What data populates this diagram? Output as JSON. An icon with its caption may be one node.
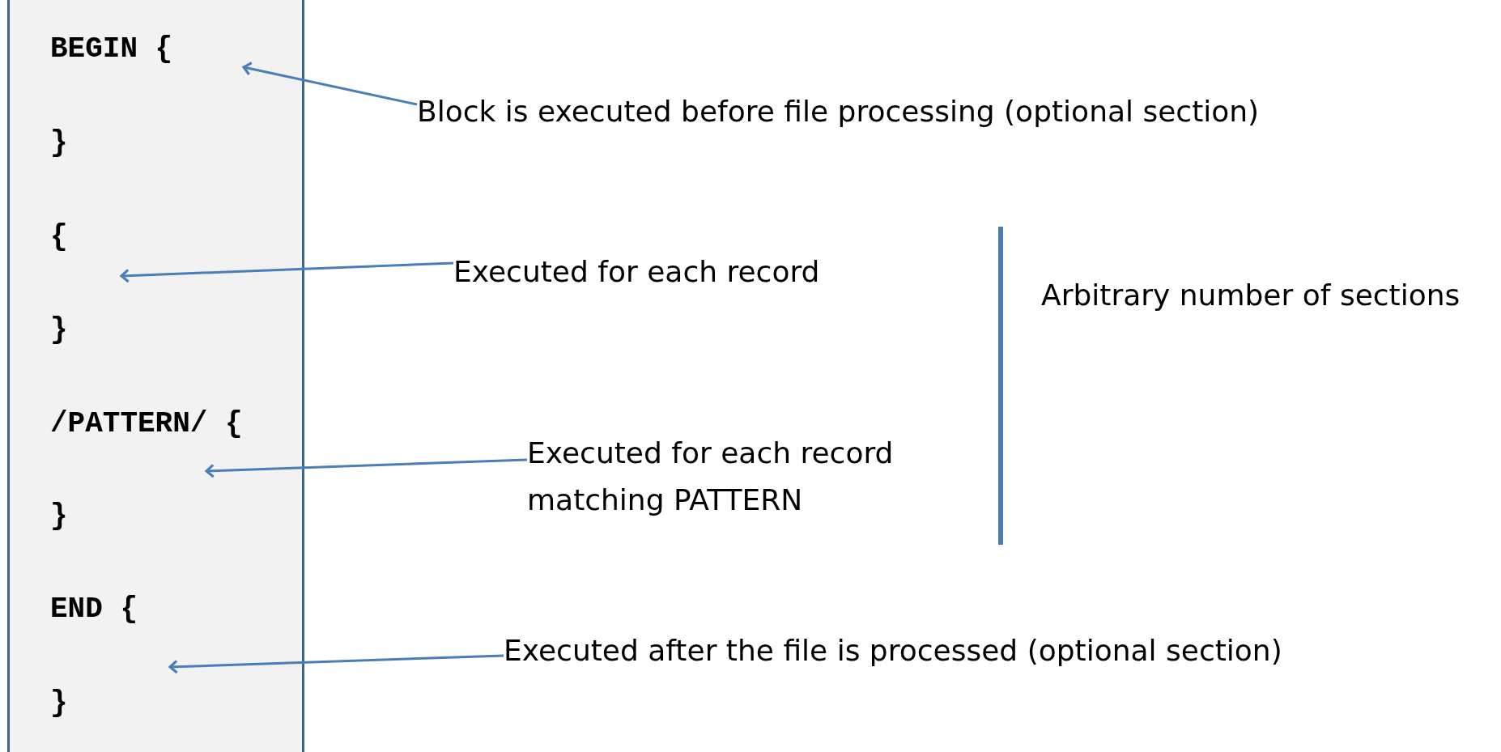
{
  "diagram": {
    "nodes": [
      {
        "text": [
          "BEGIN {",
          "}",
          "{",
          "}",
          "/PATTERN/ {",
          "}",
          "END {",
          "}"
        ]
      },
      {
        "text": [
          "Block is executed before file processing (optional section)"
        ]
      },
      {
        "text": [
          "Executed for each record"
        ]
      },
      {
        "text": [
          "Executed for each record matching PATTERN"
        ]
      },
      {
        "text": [
          "Executed after the file is processed (optional section)"
        ]
      }
    ],
    "edges": [
      {
        "from": 1,
        "to": 0,
        "arrow": "to"
      },
      {
        "from": 2,
        "to": 0,
        "arrow": "to"
      },
      {
        "from": 3,
        "to": 0,
        "arrow": "to"
      },
      {
        "from": 4,
        "to": 0,
        "arrow": "to"
      }
    ],
    "labels": [
      "Arbitrary number of sections"
    ]
  }
}
